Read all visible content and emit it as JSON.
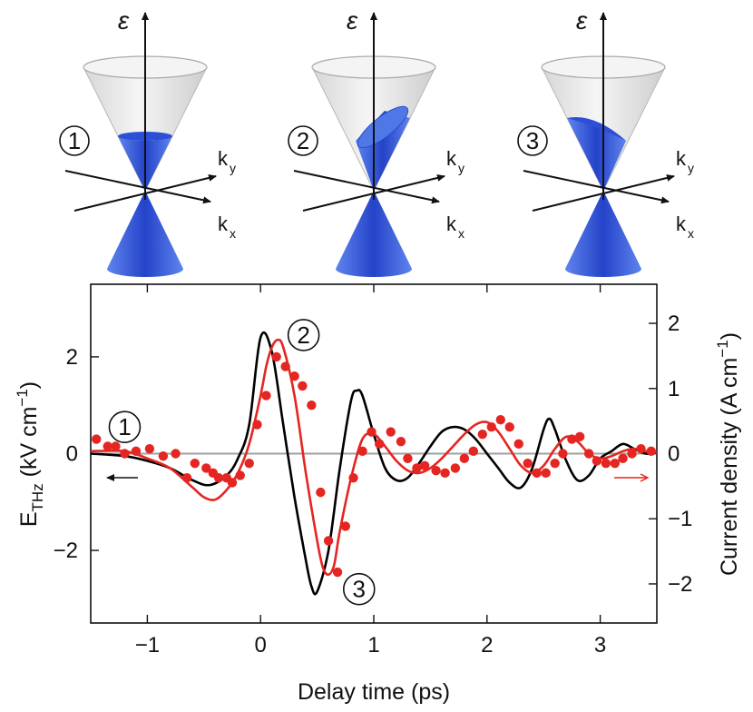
{
  "cones": {
    "energy_label": "ε",
    "ky_label": "k",
    "ky_sub": "y",
    "kx_label": "k",
    "kx_sub": "x",
    "panels": [
      {
        "number": "1",
        "state": "equilibrium filling"
      },
      {
        "number": "2",
        "state": "shifted filling"
      },
      {
        "number": "3",
        "state": "shifted filling"
      }
    ]
  },
  "chart_data": {
    "type": "line",
    "xlabel": "Delay time (ps)",
    "ylabel_left": "E",
    "ylabel_left_sub": "THz",
    "ylabel_left_unit": " (kV cm",
    "ylabel_left_sup": "−1",
    "ylabel_left_close": ")",
    "ylabel_right": "Current density (A cm",
    "ylabel_right_sup": "−1",
    "ylabel_right_close": ")",
    "xlim": [
      -1.5,
      3.5
    ],
    "ylim_left": [
      -3.5,
      3.5
    ],
    "ylim_right": [
      -2.6,
      2.6
    ],
    "x_ticks": [
      {
        "value": -1,
        "label": "−1"
      },
      {
        "value": 0,
        "label": "0"
      },
      {
        "value": 1,
        "label": "1"
      },
      {
        "value": 2,
        "label": "2"
      },
      {
        "value": 3,
        "label": "3"
      }
    ],
    "y_left_ticks": [
      {
        "value": -2,
        "label": "−2"
      },
      {
        "value": 0,
        "label": "0"
      },
      {
        "value": 2,
        "label": "2"
      }
    ],
    "y_right_ticks": [
      {
        "value": -2,
        "label": "−2"
      },
      {
        "value": -1,
        "label": "−1"
      },
      {
        "value": 0,
        "label": "0"
      },
      {
        "value": 1,
        "label": "1"
      },
      {
        "value": 2,
        "label": "2"
      }
    ],
    "annotations": [
      {
        "label": "1",
        "x": -1.2,
        "y_left": 0.55
      },
      {
        "label": "2",
        "x": 0.38,
        "y_left": 2.45
      },
      {
        "label": "3",
        "x": 0.87,
        "y_left": -2.8
      }
    ],
    "colors": {
      "black_series": "#000000",
      "red_series": "#e52521",
      "zero_line": "#a0a0a0",
      "cone_blue": "#2f55d9"
    },
    "series": [
      {
        "axis": "left",
        "color": "black",
        "x": [
          -1.5,
          -1.2,
          -1.0,
          -0.8,
          -0.6,
          -0.45,
          -0.3,
          -0.2,
          -0.1,
          0.0,
          0.1,
          0.2,
          0.3,
          0.4,
          0.45,
          0.5,
          0.6,
          0.7,
          0.8,
          0.85,
          0.9,
          1.0,
          1.1,
          1.2,
          1.3,
          1.4,
          1.5,
          1.6,
          1.7,
          1.8,
          1.9,
          2.0,
          2.1,
          2.2,
          2.3,
          2.4,
          2.5,
          2.55,
          2.6,
          2.7,
          2.8,
          2.9,
          3.0,
          3.1,
          3.2,
          3.3,
          3.4,
          3.5
        ],
        "y": [
          0.0,
          -0.05,
          -0.15,
          -0.3,
          -0.55,
          -0.65,
          -0.45,
          -0.1,
          0.6,
          2.4,
          2.1,
          0.6,
          -0.9,
          -2.2,
          -2.75,
          -2.85,
          -2.0,
          -0.3,
          1.1,
          1.3,
          1.2,
          0.4,
          -0.3,
          -0.55,
          -0.5,
          -0.2,
          0.15,
          0.45,
          0.55,
          0.5,
          0.3,
          0.0,
          -0.3,
          -0.6,
          -0.7,
          -0.3,
          0.5,
          0.72,
          0.5,
          -0.15,
          -0.55,
          -0.45,
          -0.1,
          0.05,
          0.2,
          0.1,
          0.0,
          0.02
        ]
      },
      {
        "axis": "left",
        "color": "red",
        "x": [
          -1.5,
          -1.2,
          -1.0,
          -0.8,
          -0.6,
          -0.5,
          -0.4,
          -0.3,
          -0.2,
          -0.1,
          0.0,
          0.05,
          0.1,
          0.15,
          0.2,
          0.3,
          0.4,
          0.5,
          0.55,
          0.6,
          0.65,
          0.7,
          0.8,
          0.9,
          1.0,
          1.1,
          1.2,
          1.3,
          1.4,
          1.5,
          1.6,
          1.7,
          1.8,
          1.9,
          2.0,
          2.1,
          2.2,
          2.3,
          2.4,
          2.5,
          2.6,
          2.7,
          2.8,
          2.9,
          3.0,
          3.1,
          3.2,
          3.3,
          3.4,
          3.5
        ],
        "y": [
          0.05,
          0.05,
          -0.1,
          -0.3,
          -0.7,
          -0.9,
          -0.95,
          -0.75,
          -0.4,
          0.2,
          1.2,
          1.8,
          2.2,
          2.35,
          2.2,
          1.2,
          -0.4,
          -1.8,
          -2.35,
          -2.5,
          -2.3,
          -1.6,
          -0.5,
          0.3,
          0.4,
          0.15,
          -0.15,
          -0.35,
          -0.4,
          -0.3,
          -0.1,
          0.15,
          0.4,
          0.6,
          0.65,
          0.45,
          0.1,
          -0.25,
          -0.4,
          -0.25,
          0.1,
          0.35,
          0.25,
          0.0,
          -0.1,
          -0.05,
          0.05,
          0.1,
          0.05,
          0.02
        ]
      },
      {
        "axis": "left",
        "color": "red",
        "style": "markers",
        "x": [
          -1.45,
          -1.35,
          -1.28,
          -1.2,
          -1.1,
          -0.98,
          -0.86,
          -0.75,
          -0.65,
          -0.58,
          -0.48,
          -0.42,
          -0.37,
          -0.3,
          -0.25,
          -0.18,
          -0.1,
          -0.03,
          0.05,
          0.14,
          0.22,
          0.3,
          0.37,
          0.45,
          0.53,
          0.6,
          0.68,
          0.75,
          0.82,
          0.9,
          0.98,
          1.05,
          1.15,
          1.24,
          1.3,
          1.38,
          1.45,
          1.55,
          1.63,
          1.72,
          1.8,
          1.88,
          1.96,
          2.04,
          2.12,
          2.2,
          2.28,
          2.36,
          2.44,
          2.52,
          2.6,
          2.67,
          2.75,
          2.82,
          2.9,
          2.97,
          3.05,
          3.13,
          3.2,
          3.28,
          3.36,
          3.45
        ],
        "y": [
          0.3,
          0.15,
          0.15,
          0.0,
          0.05,
          0.1,
          -0.05,
          0.0,
          -0.5,
          -0.2,
          -0.3,
          -0.4,
          -0.5,
          -0.5,
          -0.6,
          -0.45,
          -0.2,
          0.6,
          1.2,
          2.0,
          1.8,
          1.6,
          1.4,
          1.0,
          -0.8,
          -1.8,
          -2.45,
          -1.5,
          -0.5,
          0.05,
          0.45,
          0.2,
          0.45,
          0.25,
          -0.1,
          -0.3,
          -0.25,
          -0.35,
          -0.4,
          -0.3,
          -0.1,
          0.05,
          0.4,
          0.55,
          0.7,
          0.55,
          0.2,
          -0.2,
          -0.4,
          -0.4,
          -0.2,
          0.0,
          0.3,
          0.35,
          0.0,
          -0.15,
          -0.2,
          -0.2,
          -0.1,
          0.0,
          0.1,
          0.05
        ]
      }
    ]
  }
}
